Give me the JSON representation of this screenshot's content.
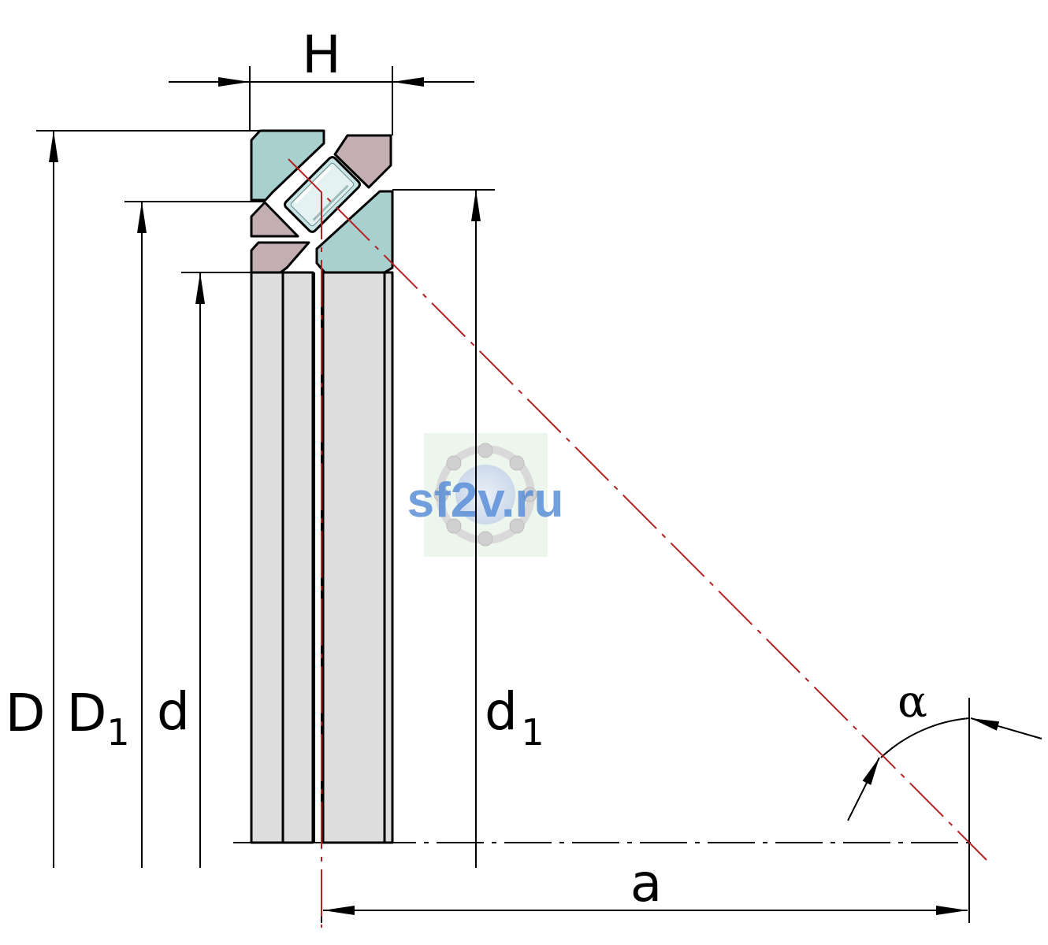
{
  "labels": {
    "H": "H",
    "D": "D",
    "D1_main": "D",
    "D1_sub": "1",
    "d": "d",
    "d1_main": "d",
    "d1_sub": "1",
    "a": "a",
    "alpha": "α"
  },
  "watermark": {
    "text": "sf2v.ru",
    "color": "#5b8fd8"
  },
  "colors": {
    "outer_ring": "#a8d0cf",
    "inner_ring": "#c3aeb1",
    "body": "#dddddd",
    "centerline": "#b22222",
    "line": "#000000"
  }
}
